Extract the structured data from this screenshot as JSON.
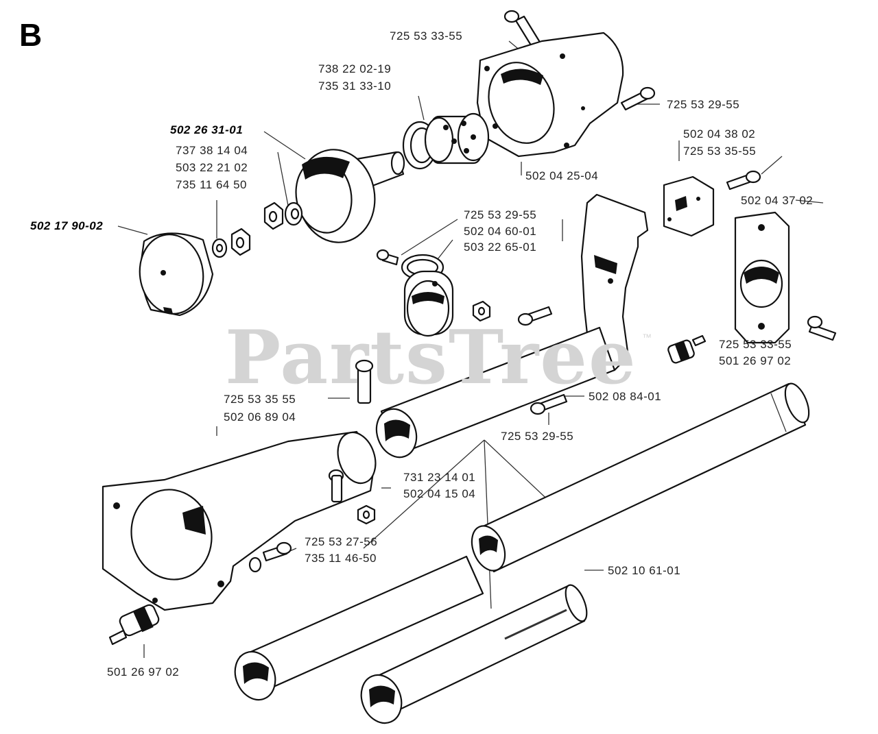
{
  "section_letter": "B",
  "watermark": "PartsTree",
  "watermark_mark": "™",
  "labels": {
    "p1": "725 53 33-55",
    "p2": "738 22 02-19",
    "p3": "735 31 33-10",
    "p4": "725 53 29-55",
    "p5": "502 26 31-01",
    "p6": "737 38 14 04",
    "p7": "503 22 21 02",
    "p8": "735 11 64 50",
    "p9": "502 04 25-04",
    "p10": "502 04 38 02",
    "p11": "725 53 35-55",
    "p12": "502 17 90-02",
    "p13": "725 53 29-55",
    "p14": "502 04 60-01",
    "p15": "503 22 65-01",
    "p16": "502 04 37 02",
    "p17": "725 53 33-55",
    "p18": "501 26 97 02",
    "p19": "725 53 35 55",
    "p20": "502 06 89 04",
    "p21": "502 08 84-01",
    "p22": "725 53 29-55",
    "p23": "731 23 14 01",
    "p24": "502 04 15 04",
    "p25": "725 53 27-56",
    "p26": "735 11 46-50",
    "p27": "502 10 61-01",
    "p28": "501 26 97 02"
  }
}
